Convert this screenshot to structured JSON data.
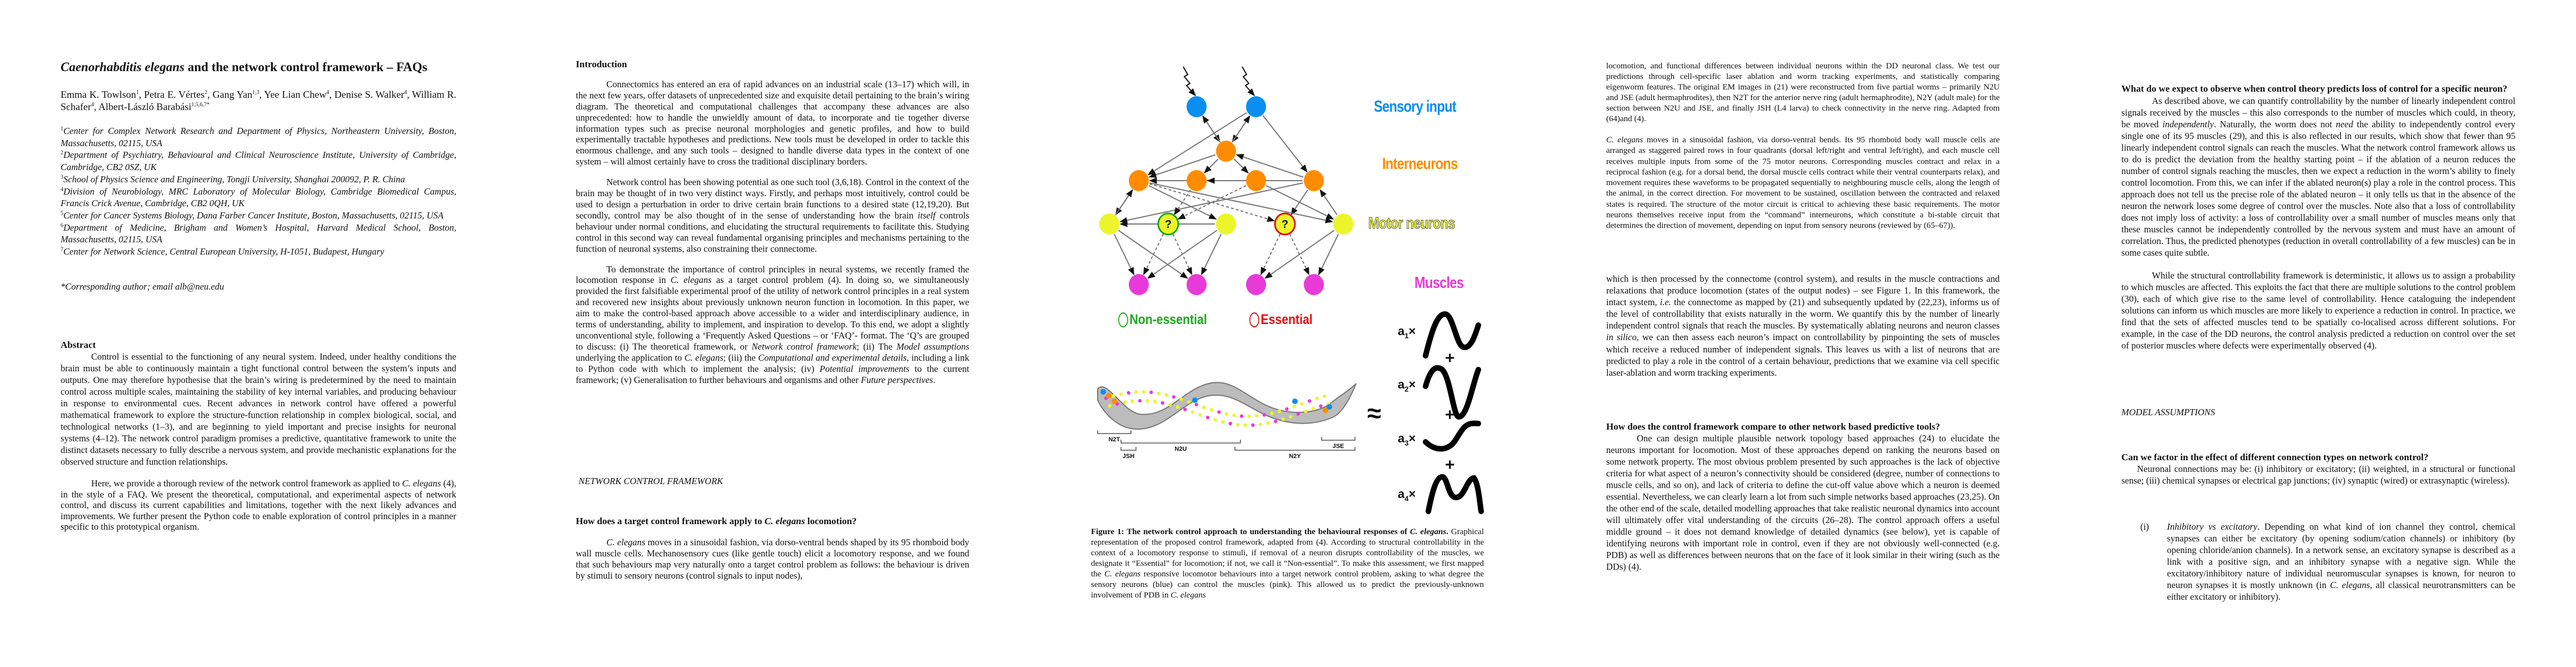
{
  "page1": {
    "title": [
      {
        "i": "Caenorhabditis elegans"
      },
      " and the network control framework – FAQs"
    ],
    "authors": [
      "Emma K. Towlson",
      {
        "sup": "1"
      },
      ", Petra E. Vértes",
      {
        "sup": "2"
      },
      ", Gang Yan",
      {
        "sup": "1,3"
      },
      ", Yee Lian Chew",
      {
        "sup": "4"
      },
      ", Denise S. Walker",
      {
        "sup": "4"
      },
      ", William R. Schafer",
      {
        "sup": "4"
      },
      ", Albert-László Barabási",
      {
        "sup": "1,5,6,7*"
      }
    ],
    "affiliations": [
      [
        {
          "sup": "1"
        },
        {
          "i": "Center for Complex Network Research and Department of Physics, Northeastern University, Boston, Massachusetts, 02115, USA"
        }
      ],
      [
        {
          "sup": "2"
        },
        {
          "i": "Department of Psychiatry, Behavioural and Clinical Neuroscience Institute, University of Cambridge, Cambridge, CB2 0SZ, UK"
        }
      ],
      [
        {
          "sup": "3"
        },
        {
          "i": "School of Physics Science and Engineering, Tongji University, Shanghai 200092, P. R. China"
        }
      ],
      [
        {
          "sup": "4"
        },
        {
          "i": "Division of Neurobiology, MRC Laboratory of Molecular Biology, Cambridge Biomedical Campus, Francis Crick Avenue, Cambridge, CB2 0QH, UK"
        }
      ],
      [
        {
          "sup": "5"
        },
        {
          "i": "Center for Cancer Systems Biology, Dana Farber Cancer Institute, Boston, Massachusetts, 02115, USA"
        }
      ],
      [
        {
          "sup": "6"
        },
        {
          "i": "Department of Medicine, Brigham and Women’s Hospital, Harvard Medical School, Boston, Massachusetts, 02115, USA"
        }
      ],
      [
        {
          "sup": "7"
        },
        {
          "i": "Center for Network Science, Central European University, H-1051, Budapest, Hungary"
        }
      ]
    ],
    "corresponding": "*Corresponding author; email alb@neu.edu",
    "abstract_heading": "Abstract",
    "abstract": [
      [
        "Control is essential to the functioning of any neural system. Indeed, under healthy conditions the brain must be able to continuously maintain a tight functional control between the system’s inputs and outputs. One may therefore hypothesise that the brain’s wiring is predetermined by the need to maintain control across multiple scales, maintaining the stability of key internal variables, and producing behaviour in response to environmental cues. Recent advances in network control have offered a powerful mathematical framework to explore the structure-function relationship in complex biological, social, and technological networks (1–3), and are beginning to yield important and precise insights for neuronal systems (4–12). The network control paradigm promises a predictive, quantitative framework to unite the distinct datasets necessary to fully describe a nervous system, and provide mechanistic explanations for the observed structure and function relationships."
      ],
      [
        "Here, we provide a thorough review of the network control framework as applied to ",
        {
          "i": "C. elegans"
        },
        " (4), in the style of a FAQ. We present the theoretical, computational, and experimental aspects of network control, and discuss its current capabilities and limitations, together with the next likely advances and improvements. We further present the Python code to enable exploration of control principles in a manner specific to this prototypical organism."
      ]
    ]
  },
  "page2": {
    "intro_heading": "Introduction",
    "intro": [
      [
        "Connectomics has entered an era of rapid advances on an industrial scale (13–17) which will, in the next few years, offer datasets of unprecedented size and exquisite detail pertaining to the brain’s wiring diagram. The theoretical and computational challenges that accompany these advances are also unprecedented: how to handle the unwieldly amount of data, to incorporate and tie together diverse information types such as precise neuronal morphologies and genetic profiles, and how to build experimentally tractable hypotheses and predictions. New tools must be developed in order to tackle this enormous challenge, and any such tools – designed to handle diverse data types in the context of one system – will almost certainly have to cross the traditional disciplinary borders."
      ],
      [
        "Network control has been showing potential as one such tool (3,6,18). Control in the context of the brain may be thought of in two very distinct ways. Firstly, and perhaps most intuitively, control could be used to design a perturbation in order to drive certain brain functions to a desired state (12,19,20). But secondly, control may be also thought of in the sense of understanding how the brain ",
        {
          "i": "itself"
        },
        " controls behaviour under normal conditions, and elucidating the structural requirements to facilitate this. Studying control in this second way can reveal fundamental organising principles and mechanisms pertaining to the function of neuronal systems, also constraining their connectome."
      ],
      [
        "To demonstrate the importance of control principles in neural systems, we recently framed the locomotion response in ",
        {
          "i": "C. elegans"
        },
        " as a target control problem (4). In doing so, we simultaneously provided the first falsifiable experimental proof of the utility of network control principles in a real system and recovered new insights about previously unknown neuron function in locomotion. In this paper, we aim to make the control-based approach above accessible to a wider and interdisciplinary audience, in terms of understanding, ability to implement, and inspiration to develop. To this end, we adopt a slightly unconventional style, following a ‘Frequently Asked Questions – or ‘FAQ’-  format. The ‘Q’s are grouped to discuss: (i) The theoretical framework, or ",
        {
          "i": "Network control framework"
        },
        "; (ii) The ",
        {
          "i": "Model assumptions"
        },
        " underlying the application to ",
        {
          "i": "C. elegans"
        },
        "; (iii) the ",
        {
          "i": "Computational and experimental details"
        },
        ", including a link to Python code with which to implement the analysis; (iv) ",
        {
          "i": "Potential improvements"
        },
        " to the current framework; (v) Generalisation to further behaviours and organisms and other ",
        {
          "i": "Future perspectives"
        },
        "."
      ]
    ],
    "section": "NETWORK CONTROL FRAMEWORK",
    "q1_heading": [
      "How does a target control framework apply to ",
      {
        "i": "C. elegans"
      },
      " locomotion?"
    ],
    "q1_text": [
      {
        "i": "C. elegans"
      },
      " moves in a sinusoidal fashion, via dorso-ventral bends shaped by its 95 rhomboid body wall muscle cells. Mechanosensory cues (like gentle touch) elicit a locomotory response, and we found that such behaviours map very naturally onto a target control problem as follows: the behaviour is driven by stimuli to sensory neurons (control signals to input nodes),"
    ]
  },
  "figure": {
    "labels": {
      "sensory": "Sensory input",
      "inter": "Interneurons",
      "motor": "Motor neurons",
      "muscles": "Muscles"
    },
    "node_question_mark": "?",
    "legend": {
      "non_essential": "Non-essential",
      "essential": "Essential"
    },
    "worm_segments": [
      "N2T",
      "N2U",
      "JSH",
      "N2Y",
      "JSE"
    ],
    "approx_symbol": "≈",
    "plus_symbol": "+",
    "coefficients": [
      {
        "a": "a",
        "n": "1",
        "x": "×"
      },
      {
        "a": "a",
        "n": "2",
        "x": "×"
      },
      {
        "a": "a",
        "n": "3",
        "x": "×"
      },
      {
        "a": "a",
        "n": "4",
        "x": "×"
      }
    ],
    "colors": {
      "sensory": "#0a8ef0",
      "inter": "#ff8c00",
      "motor": "#ecf52a",
      "muscle": "#e83ad8",
      "non_essential": "#1ba81b",
      "essential": "#e01010"
    },
    "caption": [
      {
        "b": "Figure 1: The network control approach to understanding the behavioural responses of "
      },
      {
        "bi": "C. elegans"
      },
      {
        "b": "."
      },
      " Graphical representation of the proposed control framework, adapted from (4). According to structural controllability in the context of a locomotory response to stimuli, if removal of a neuron disrupts controllability of the muscles, we designate it “Essential” for locomotion; if not, we call it “Non-essential”. To make this assessment, we first mapped the ",
      {
        "i": "C. elegans"
      },
      " responsive locomotor behaviours into a target network control problem, asking to what degree the sensory neurons (blue) can control the muscles (pink). This allowed us to predict the previously-unknown involvement of PDB in ",
      {
        "i": "C. elegans"
      }
    ]
  },
  "page3": {
    "caption_cont": [
      [
        "locomotion, and functional differences between individual neurons within the DD neuronal class. We test our predictions through cell-specific laser ablation and worm tracking experiments, and statistically comparing eigenworm features. The original EM images in (21) were reconstructed from five partial worms – primarily N2U and JSE (adult hermaphrodites), then N2T for the anterior nerve ring (adult hermaphrodite), N2Y (adult male) for the section between N2U and JSE, and finally JSH (L4 larva) to check connectivity in the nerve ring. Adapted from (64)and (4)."
      ],
      [
        {
          "i": "C. elegans"
        },
        " moves in a sinusoidal fashion, via dorso-ventral bends. Its 95 rhomboid body wall muscle cells are arranged as staggered paired rows in four quadrants (dorsal left/right and ventral left/right), and each muscle cell receives multiple inputs from some of the 75 motor neurons. Corresponding muscles contract and relax in a reciprocal fashion (e.g. for a dorsal bend, the dorsal muscle cells contract while their ventral counterparts relax), and movement requires these waveforms to be propagated sequentially to neighbouring muscle cells, along the length of the animal, in the correct direction. For movement to be sustained, oscillation between the contracted and relaxed states is required. The structure of the motor circuit is critical to achieving these basic requirements. The motor neurons themselves receive input from the “command” interneurons, which constitute a bi-stable circuit that determines the direction of movement, depending on input from sensory neurons (reviewed by (65–67))."
      ]
    ],
    "continued": [
      "which is then processed by the connectome (control system), and results in the muscle contractions and relaxations that produce locomotion (states of the output nodes) – see Figure 1. In this framework, the intact system, ",
      {
        "i": "i.e."
      },
      " the connectome as mapped by (21) and subsequently updated by (22,23), informs us of the level of controllability that exists naturally in the worm. We quantify this by the number of linearly independent control signals that reach the muscles. By systematically ablating neurons and neuron classes ",
      {
        "i": "in silico"
      },
      ", we can then assess each neuron’s impact on controllability by pinpointing the sets of muscles which receive a reduced number of independent signals. This leaves us with a list of neurons that are predicted to play a role in the control of a certain behaviour, predictions that we examine via cell specific laser-ablation and worm tracking experiments."
    ],
    "q2_heading": "How does the control framework compare to other network based predictive tools?",
    "q2_text": [
      "One can design multiple plausible network topology based approaches (24) to elucidate the neurons important for locomotion. Most of these approaches depend on ranking the neurons based on some network property. The most obvious problem presented by such approaches is the lack of objective criteria for what aspect of a neuron’s connectivity should be considered (degree, number of connections to muscle cells, and so on), and lack of criteria to define the cut-off value above which a neuron is deemed essential. Nevertheless, we can clearly learn a lot from such simple networks based approaches (23,25). On the other end of the scale, detailed modelling approaches that take realistic neuronal dynamics into account will ultimately offer vital understanding of the circuits (26–28). The control approach offers a useful middle ground – it does not demand knowledge of detailed dynamics (see below), yet is capable of identifying neurons with important role in control, even if they are not obviously well-connected (e.g. PDB) as well as differences between neurons that on the face of it look similar in their wiring (such as the DDs) (4)."
    ]
  },
  "page4": {
    "q3_heading": "What do we expect to observe when control theory predicts loss of control for a specific neuron?",
    "q3_text": [
      [
        "As described above, we can quantify controllability by the number of linearly independent control signals received by the muscles – this also corresponds to the number of muscles which could, in theory, be moved ",
        {
          "i": "independently"
        },
        ". Naturally, the worm does not ",
        {
          "i": "need"
        },
        " the ability to independently control every single one of its 95 muscles (29), and this is also reflected in our results, which show that fewer than 95 linearly independent control signals can reach the muscles. What the network control framework allows us to do is predict the deviation from the healthy starting point – if the ablation of a neuron reduces the number of control signals reaching the muscles, then we expect a reduction in the worm’s ability to finely control locomotion. From this, we can infer if the ablated neuron(s) play a role in the control process. This approach does not tell us the precise role of the ablated neuron – it only tells us that in the absence of the neuron the network loses some degree of control over the muscles. Note also that a loss of controllability does not imply loss of activity: a loss of controllability over a small number of muscles means only that these muscles cannot be independently controlled by the nervous system and must have an amount of correlation. Thus, the predicted phenotypes (reduction in overall controllability of a few muscles) can be in some cases quite subtle."
      ],
      [
        "While the structural controllability framework is deterministic, it allows us to assign a probability to which muscles are affected. This exploits the fact that there are multiple solutions to the control problem (30), each of which give rise to the same level of controllability. Hence cataloguing the independent solutions can inform us which muscles are more likely to experience a reduction in control. In practice, we find that the sets of affected muscles tend to be spatially co-localised across different solutions. For example, in the case of the DD neurons, the control analysis predicted a reduction on control over the set of posterior muscles where defects were experimentally observed (4)."
      ]
    ],
    "section": "MODEL ASSUMPTIONS",
    "q4_heading": "Can we factor in the effect of different connection types on network control?",
    "q4_text": [
      "Neuronal connections may be: (i) inhibitory or excitatory; (ii) weighted, in a structural or functional sense; (iii) chemical synapses or electrical gap junctions; (iv) synaptic (wired) or extrasynaptic (wireless)."
    ],
    "list": [
      {
        "num": "(i)",
        "text": [
          {
            "i": "Inhibitory vs excitatory"
          },
          ". Depending on what kind of ion channel they control, chemical synapses can either be excitatory (by opening sodium/cation channels) or inhibitory (by opening chloride/anion channels). In a network sense, an excitatory synapse is described as a link with a positive sign, and an inhibitory synapse with a negative sign. While the excitatory/inhibitory nature of individual neuromuscular synapses is known, for neuron to neuron synapses it is mostly unknown (in ",
          {
            "i": "C. elegans"
          },
          ", all classical neurotransmitters can be either excitatory or inhibitory)."
        ]
      }
    ]
  }
}
